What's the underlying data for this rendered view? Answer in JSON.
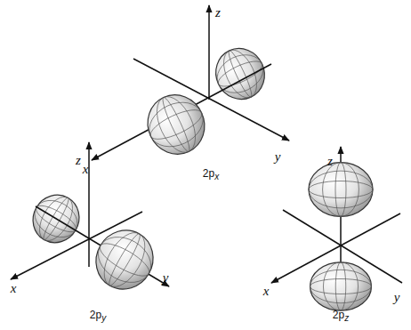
{
  "diagram": {
    "labels": [
      "z",
      "x",
      "y",
      "2px",
      "z",
      "x",
      "y",
      "2py",
      "z",
      "x",
      "y",
      "2pz"
    ]
  }
}
